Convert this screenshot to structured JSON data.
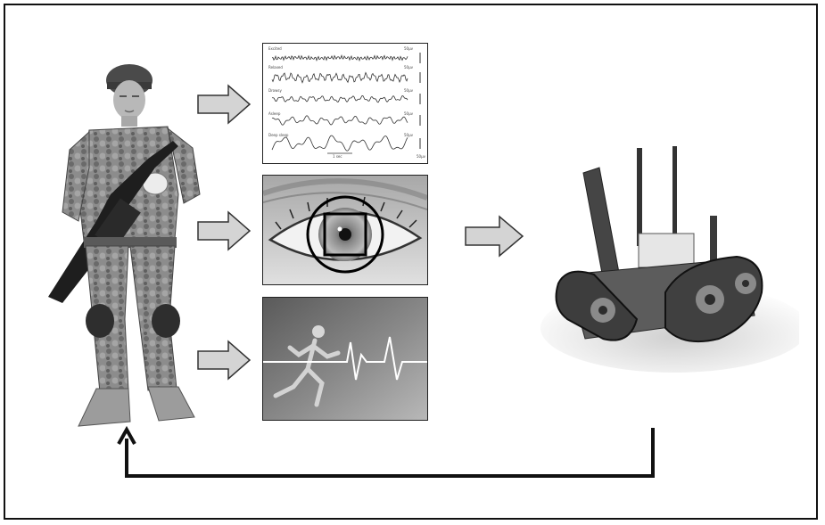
{
  "eeg": {
    "channels": [
      {
        "label": "Excited",
        "unit": "50µv",
        "amp": 1.6,
        "freq": 1.7
      },
      {
        "label": "Relaxed",
        "unit": "50µv",
        "amp": 3.2,
        "freq": 0.75
      },
      {
        "label": "Drowsy",
        "unit": "50µv",
        "amp": 2.2,
        "freq": 0.55
      },
      {
        "label": "Asleep",
        "unit": "50µv",
        "amp": 3.0,
        "freq": 0.35
      },
      {
        "label": "Deep sleep",
        "unit": "50µv",
        "amp": 5.5,
        "freq": 0.22
      }
    ],
    "time_scale": "1 sec",
    "amp_scale": "50µv"
  },
  "icons": {
    "soldier": "soldier-figure",
    "robot": "tracked-robot",
    "eye": "eye-closeup",
    "ecg": "running-figure-heartbeat"
  },
  "colors": {
    "frame": "#111111",
    "arrow_fill": "#d4d4d4",
    "arrow_stroke": "#333333",
    "feedback_line": "#111111"
  }
}
